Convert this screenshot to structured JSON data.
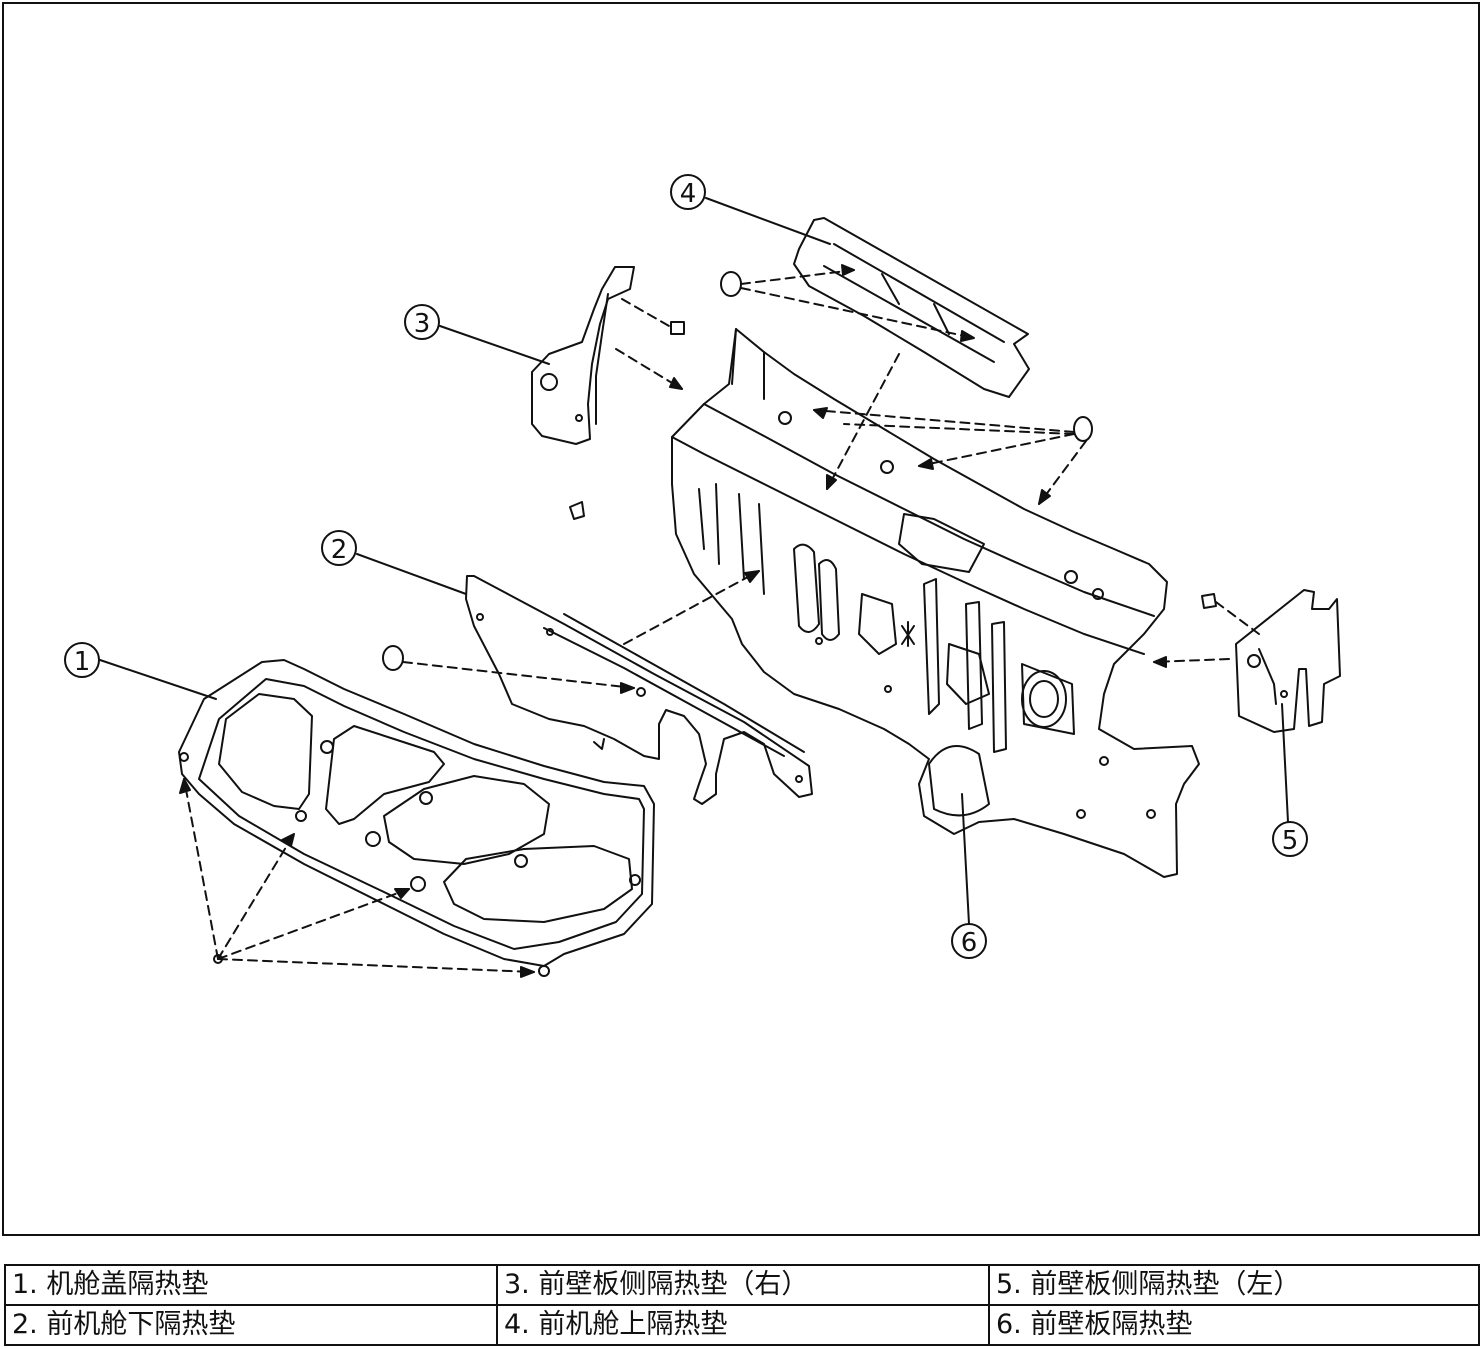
{
  "callouts": [
    "1",
    "2",
    "3",
    "4",
    "5",
    "6"
  ],
  "legend": {
    "rows": [
      [
        "1. 机舱盖隔热垫",
        "3. 前壁板侧隔热垫（右）",
        "5. 前壁板侧隔热垫（左）"
      ],
      [
        "2. 前机舱下隔热垫",
        "4. 前机舱上隔热垫",
        "6. 前壁板隔热垫"
      ]
    ]
  },
  "colors": {
    "line": "#111111",
    "background": "#ffffff"
  }
}
